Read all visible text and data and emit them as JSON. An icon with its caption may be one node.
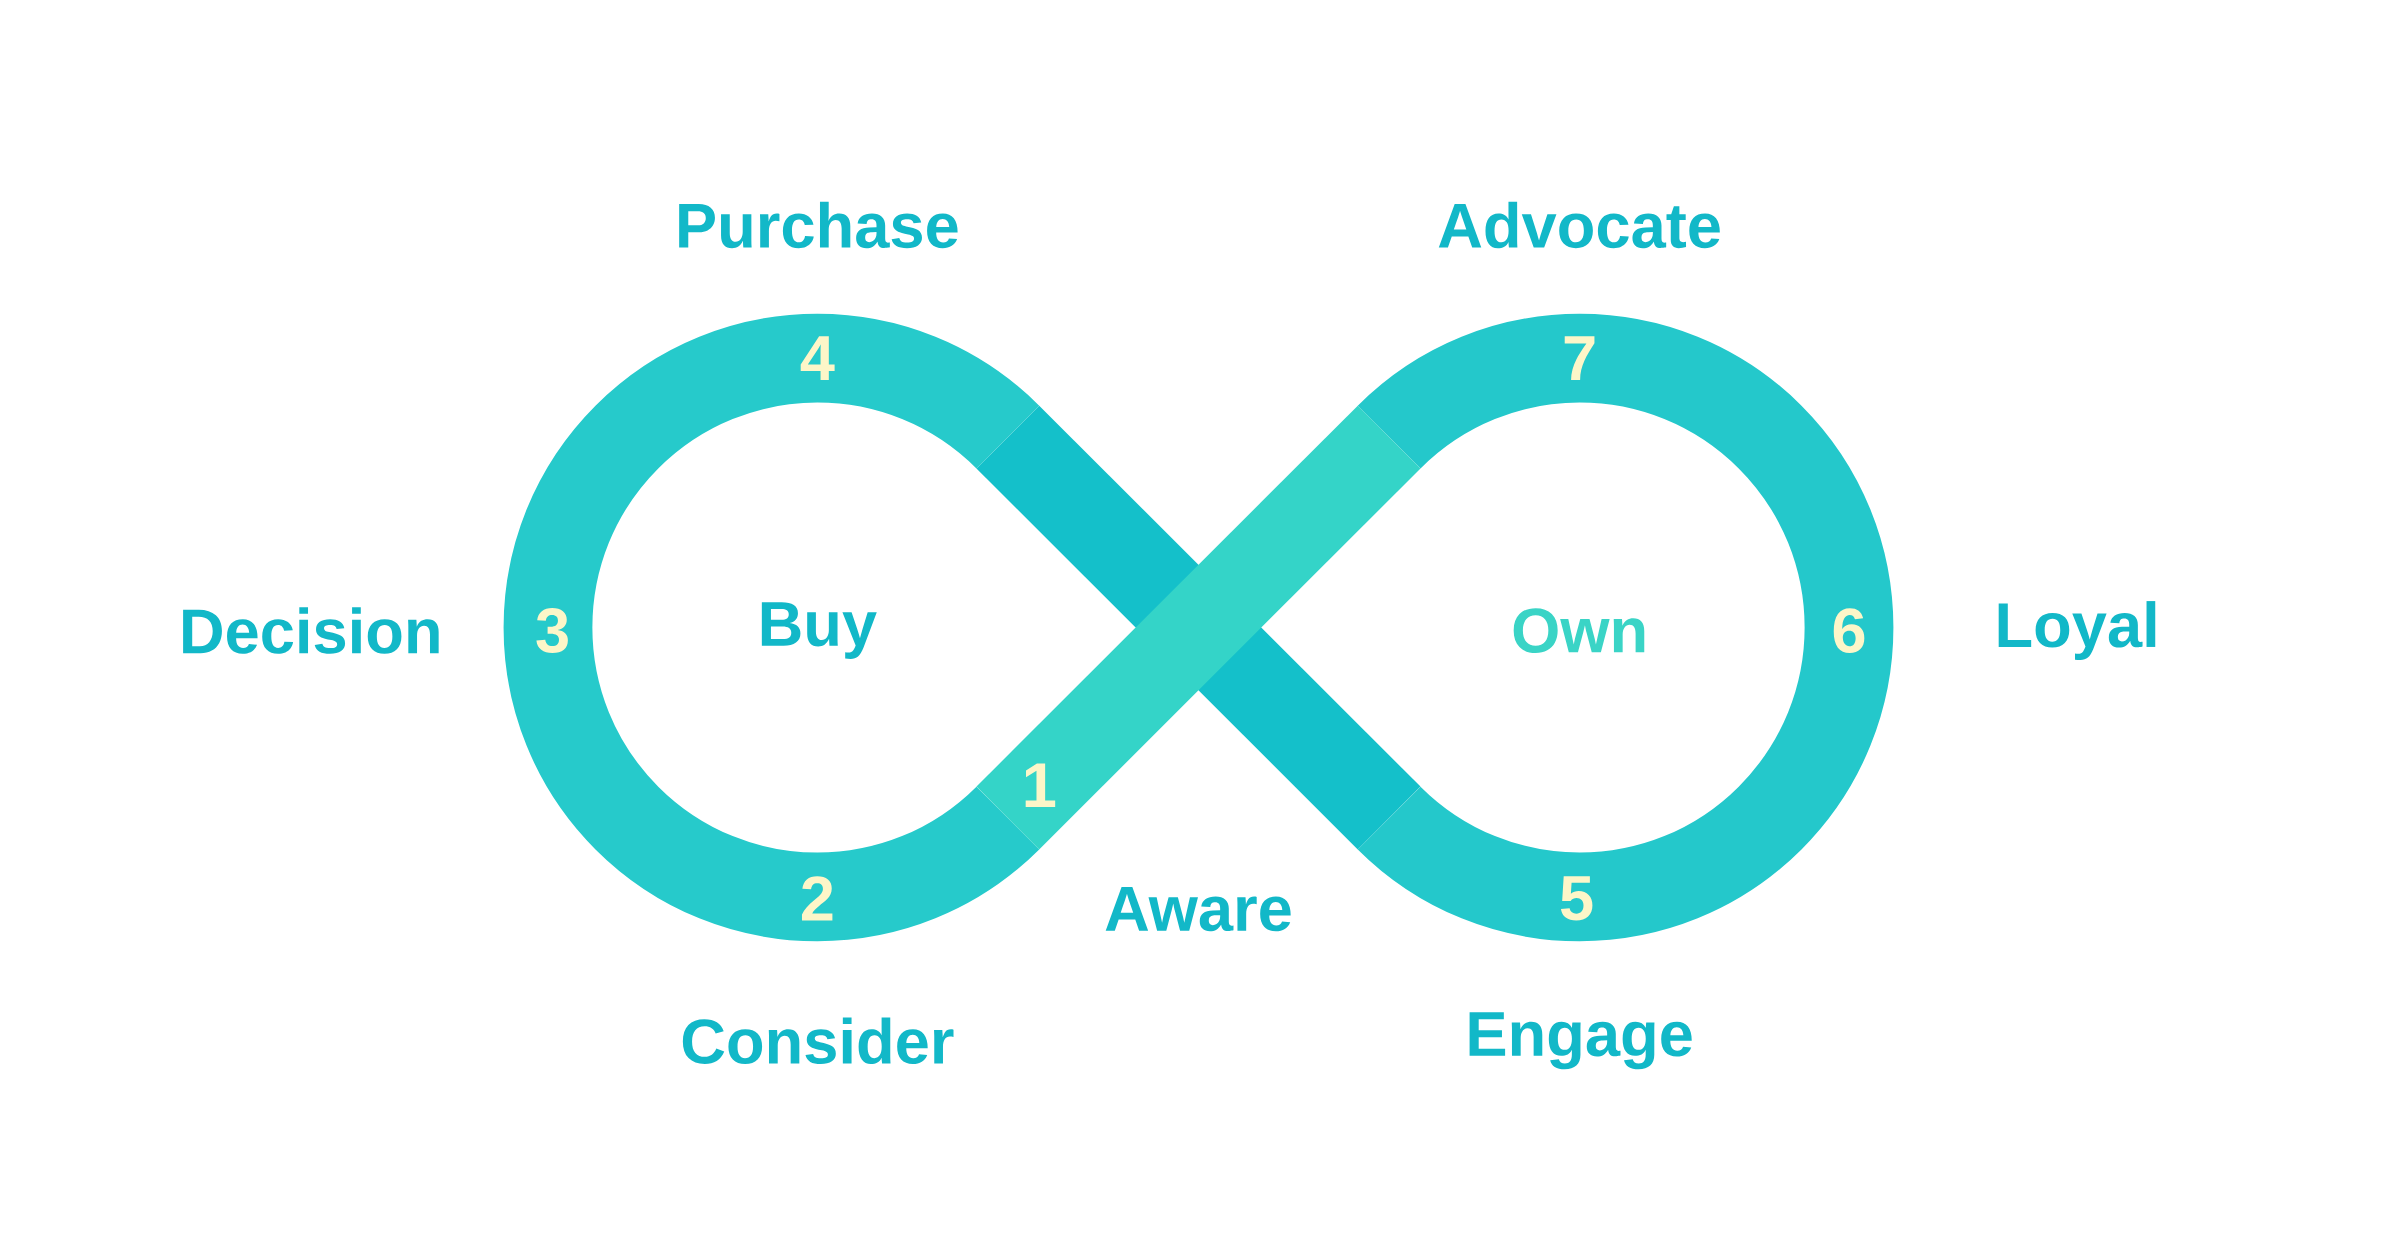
{
  "diagram": {
    "labels": [
      "Purchase",
      "Advocate",
      "4",
      "7",
      "Decision",
      "3",
      "Buy",
      "Own",
      "6",
      "Loyal",
      "1",
      "2",
      "Aware",
      "5",
      "Consider",
      "Engage"
    ]
  }
}
